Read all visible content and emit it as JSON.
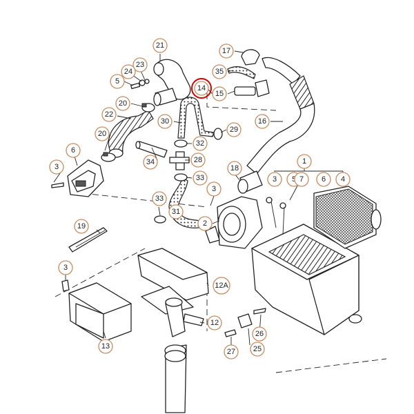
{
  "callouts": [
    {
      "label": "21"
    },
    {
      "label": "23"
    },
    {
      "label": "24"
    },
    {
      "label": "5"
    },
    {
      "label": "20"
    },
    {
      "label": "22"
    },
    {
      "label": "20"
    },
    {
      "label": "6"
    },
    {
      "label": "3"
    },
    {
      "label": "34"
    },
    {
      "label": "30"
    },
    {
      "label": "32"
    },
    {
      "label": "28"
    },
    {
      "label": "33"
    },
    {
      "label": "33"
    },
    {
      "label": "31"
    },
    {
      "label": "14"
    },
    {
      "label": "17"
    },
    {
      "label": "35"
    },
    {
      "label": "15"
    },
    {
      "label": "16"
    },
    {
      "label": "29"
    },
    {
      "label": "18"
    },
    {
      "label": "3"
    },
    {
      "label": "2"
    },
    {
      "label": "1"
    },
    {
      "label": "3"
    },
    {
      "label": "5"
    },
    {
      "label": "7"
    },
    {
      "label": "6"
    },
    {
      "label": "4"
    },
    {
      "label": "19"
    },
    {
      "label": "3"
    },
    {
      "label": "12A"
    },
    {
      "label": "12"
    },
    {
      "label": "13"
    },
    {
      "label": "26"
    },
    {
      "label": "27"
    },
    {
      "label": "25"
    }
  ],
  "highlighted_callout": "14",
  "colors": {
    "callout_border": "#c98a5e",
    "highlight": "#d40000",
    "line": "#222222"
  }
}
